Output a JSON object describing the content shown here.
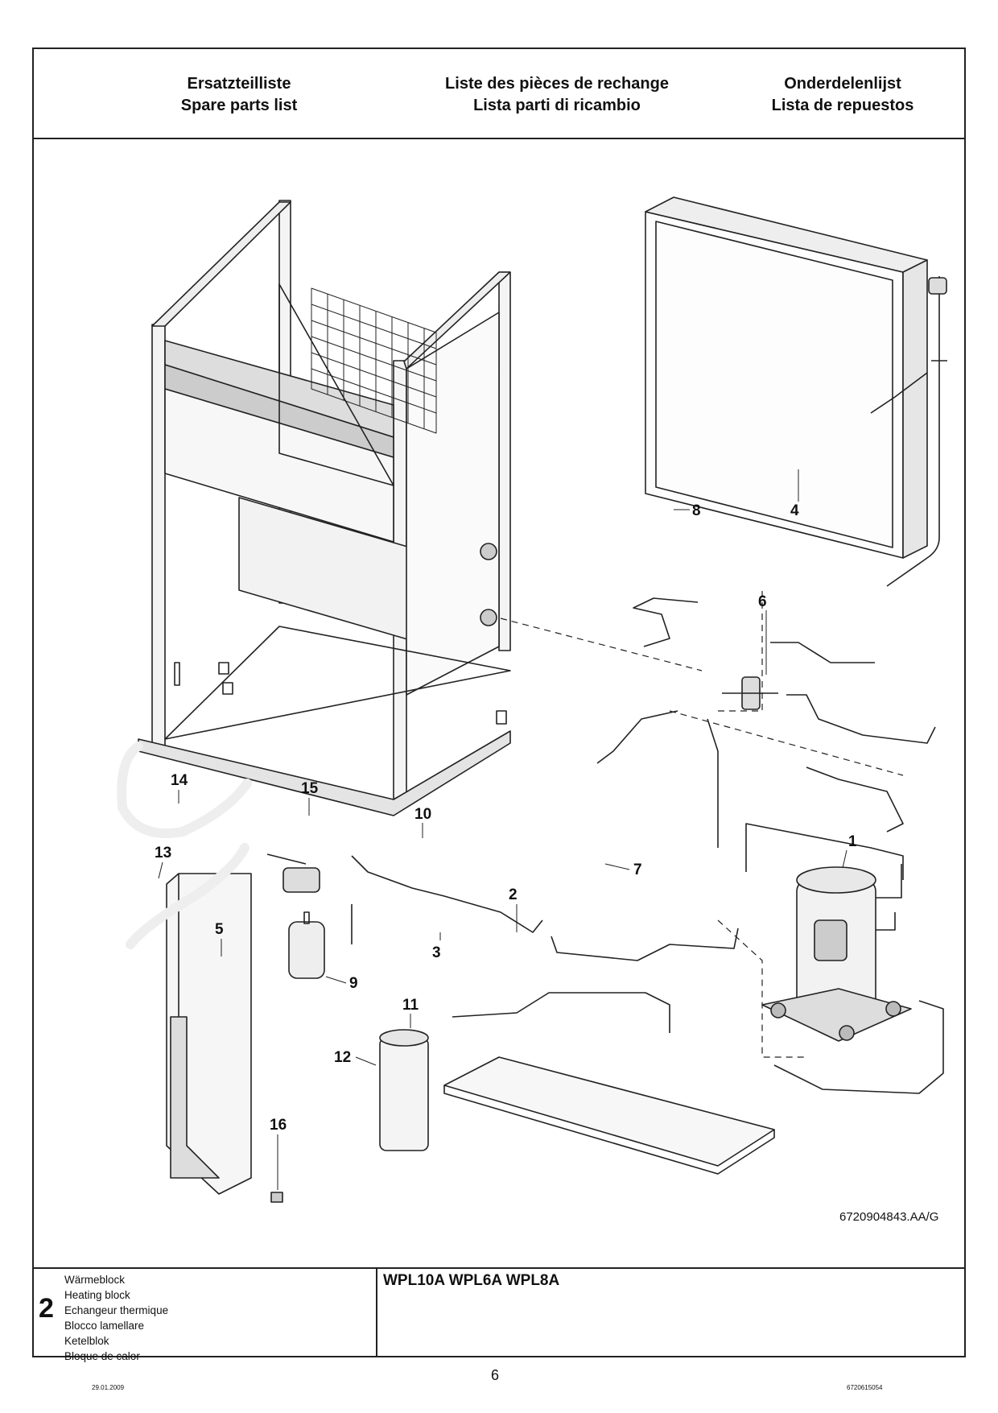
{
  "header": {
    "col1": [
      "Ersatzteilliste",
      "Spare parts list"
    ],
    "col2": [
      "Liste des pièces de rechange",
      "Lista parti di ricambio"
    ],
    "col3": [
      "Onderdelenlijst",
      "Lista de repuestos"
    ]
  },
  "drawing": {
    "reference": "6720904843.AA/G",
    "part_numbers": [
      "1",
      "2",
      "3",
      "4",
      "5",
      "6",
      "7",
      "8",
      "9",
      "10",
      "11",
      "12",
      "13",
      "14",
      "15",
      "16"
    ]
  },
  "footer": {
    "section_number": "2",
    "names": [
      "Wärmeblock",
      "Heating block",
      "Echangeur thermique",
      "Blocco lamellare",
      "Ketelblok",
      "Bloque de calor"
    ],
    "models": "WPL10A WPL6A WPL8A"
  },
  "page": {
    "number": "6",
    "date": "29.01.2009",
    "doc_id": "6720615054"
  }
}
